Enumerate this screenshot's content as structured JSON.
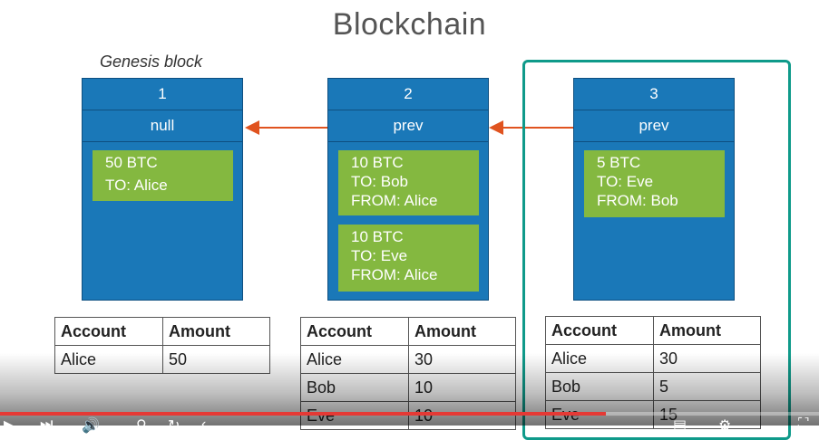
{
  "title": "Blockchain",
  "genesis_label": "Genesis block",
  "blocks": [
    {
      "number": "1",
      "prev": "null",
      "transactions": [
        {
          "amount": "50 BTC",
          "to": "TO: Alice"
        }
      ]
    },
    {
      "number": "2",
      "prev": "prev",
      "transactions": [
        {
          "amount": "10 BTC",
          "to": "TO: Bob",
          "from": "FROM: Alice"
        },
        {
          "amount": "10 BTC",
          "to": "TO: Eve",
          "from": "FROM: Alice"
        }
      ]
    },
    {
      "number": "3",
      "prev": "prev",
      "transactions": [
        {
          "amount": "5 BTC",
          "to": "TO: Eve",
          "from": "FROM: Bob"
        }
      ]
    }
  ],
  "ledgers": [
    {
      "headers": [
        "Account",
        "Amount"
      ],
      "rows": [
        [
          "Alice",
          "50"
        ]
      ]
    },
    {
      "headers": [
        "Account",
        "Amount"
      ],
      "rows": [
        [
          "Alice",
          "30"
        ],
        [
          "Bob",
          "10"
        ],
        [
          "Eve",
          "10"
        ]
      ]
    },
    {
      "headers": [
        "Account",
        "Amount"
      ],
      "rows": [
        [
          "Alice",
          "30"
        ],
        [
          "Bob",
          "5"
        ],
        [
          "Eve",
          "15"
        ]
      ]
    }
  ],
  "colors": {
    "block": "#1a78b8",
    "transaction": "#84b840",
    "arrow": "#e0531f",
    "highlight": "#0f9a8a",
    "progress": "#e53935"
  },
  "player": {
    "progress": 0.74,
    "icons": [
      "play-icon",
      "next-icon",
      "volume-icon",
      "search-icon",
      "refresh-icon",
      "back-icon",
      "subtitles-icon",
      "settings-icon",
      "fullscreen-icon"
    ]
  }
}
